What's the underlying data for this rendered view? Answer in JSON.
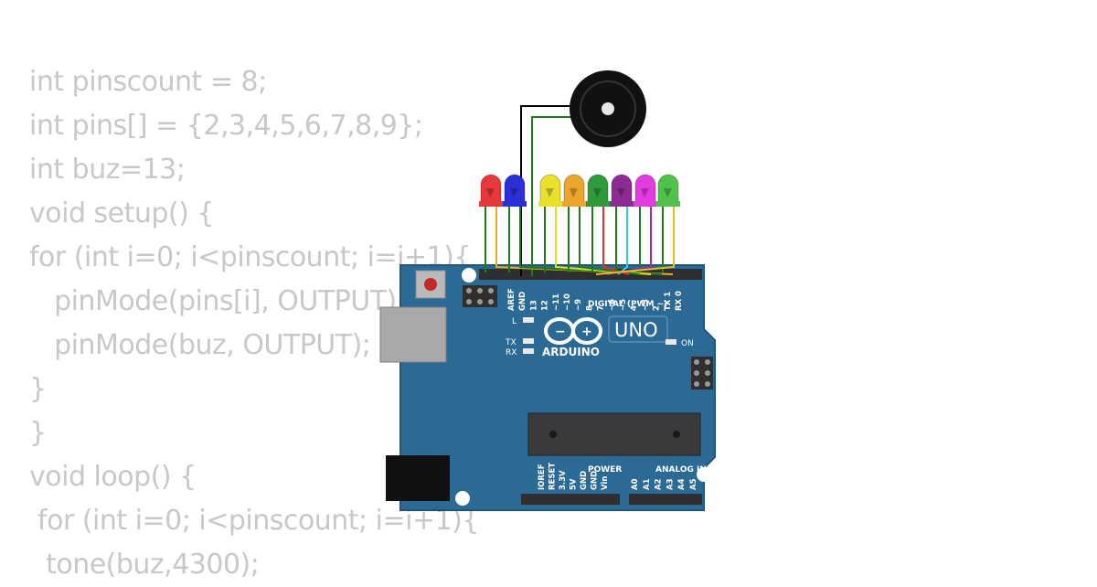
{
  "code_lines": [
    "int pinscount = 8;",
    "int pins[] = {2,3,4,5,6,7,8,9};",
    "int buz=13;",
    "void setup() {",
    "for (int i=0; i<pinscount; i=i+1){",
    "   pinMode(pins[i], OUTPUT);",
    "   pinMode(buz, OUTPUT);",
    "}",
    "}",
    "void loop() {",
    " for (int i=0; i<pinscount; i=i+1){",
    "  tone(buz,4300);"
  ],
  "board": {
    "brand": "ARDUINO",
    "model": "UNO",
    "digital_header": "DIGITAL (PWM ~)",
    "power_header": "POWER",
    "analog_header": "ANALOG IN",
    "on_label": "ON",
    "l_label": "L",
    "tx_label": "TX",
    "rx_label": "RX",
    "digital_pins": [
      "AREF",
      "GND",
      "13",
      "12",
      "~11",
      "~10",
      "~9",
      "8",
      "7",
      "~6",
      "~5",
      "4",
      "~3",
      "2",
      "TX 1",
      "RX 0"
    ],
    "power_pins": [
      "IOREF",
      "RESET",
      "3.3V",
      "5V",
      "GND",
      "GND",
      "Vin"
    ],
    "analog_pins": [
      "A0",
      "A1",
      "A2",
      "A3",
      "A4",
      "A5"
    ],
    "color": "#2b6a94"
  },
  "leds": [
    {
      "color": "#e8393a"
    },
    {
      "color": "#2b2fd6"
    },
    {
      "color": "#e8e02a"
    },
    {
      "color": "#eba42c"
    },
    {
      "color": "#2f9a3a"
    },
    {
      "color": "#8b2b93"
    },
    {
      "color": "#e23ce0"
    },
    {
      "color": "#4fc24a"
    }
  ]
}
